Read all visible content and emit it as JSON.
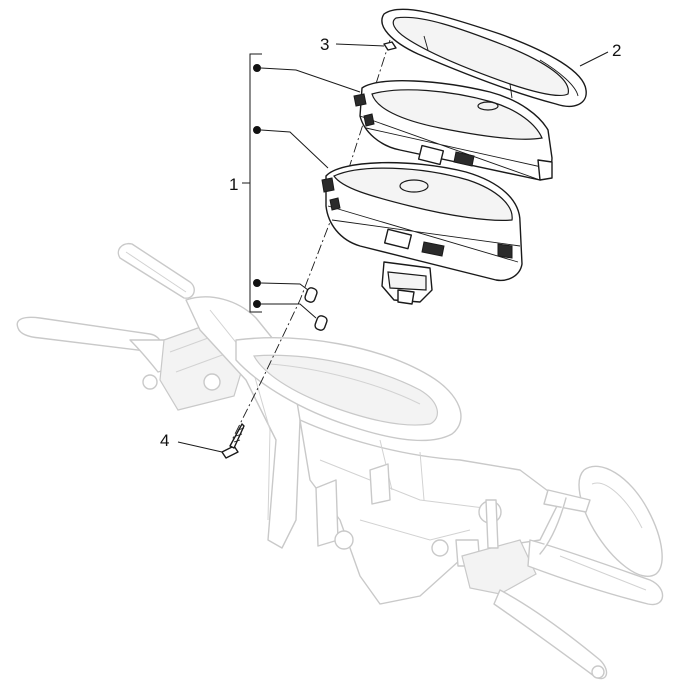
{
  "callouts": {
    "one": "1",
    "two": "2",
    "three": "3",
    "four": "4"
  },
  "colors": {
    "ink": "#1a1a1a",
    "ghost": "#c9c9c9"
  }
}
